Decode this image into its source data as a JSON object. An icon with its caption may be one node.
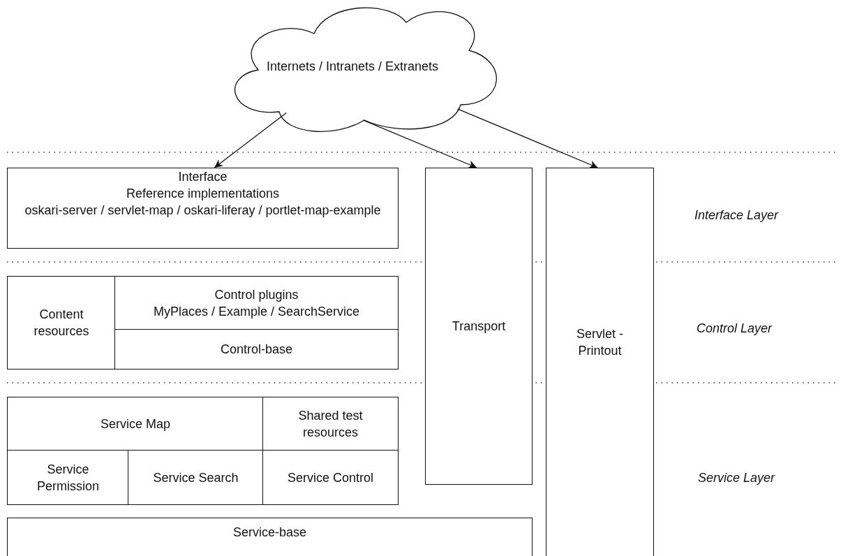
{
  "diagram": {
    "nodes": [
      {
        "text": [
          "Internets / Intranets / Extranets"
        ]
      },
      {
        "text": [
          "Interface",
          "Reference implementations",
          "oskari-server / servlet-map / oskari-liferay / portlet-map-example"
        ]
      },
      {
        "text": [
          "Transport"
        ]
      },
      {
        "text": [
          "Servlet - Printout"
        ]
      },
      {
        "text": [
          "Content resources"
        ]
      },
      {
        "text": [
          "Control plugins",
          "MyPlaces / Example / SearchService"
        ]
      },
      {
        "text": [
          "Control-base"
        ]
      },
      {
        "text": [
          "Service Map"
        ]
      },
      {
        "text": [
          "Shared test resources"
        ]
      },
      {
        "text": [
          "Service Permission"
        ]
      },
      {
        "text": [
          "Service Search"
        ]
      },
      {
        "text": [
          "Service Control"
        ]
      },
      {
        "text": [
          "Service-base"
        ]
      }
    ],
    "edges": [
      {
        "from": 0,
        "to": 1,
        "arrow": "to"
      },
      {
        "from": 0,
        "to": 2,
        "arrow": "to"
      },
      {
        "from": 0,
        "to": 3,
        "arrow": "to"
      }
    ],
    "labels": [
      "Interface Layer",
      "Control Layer",
      "Service Layer"
    ]
  }
}
